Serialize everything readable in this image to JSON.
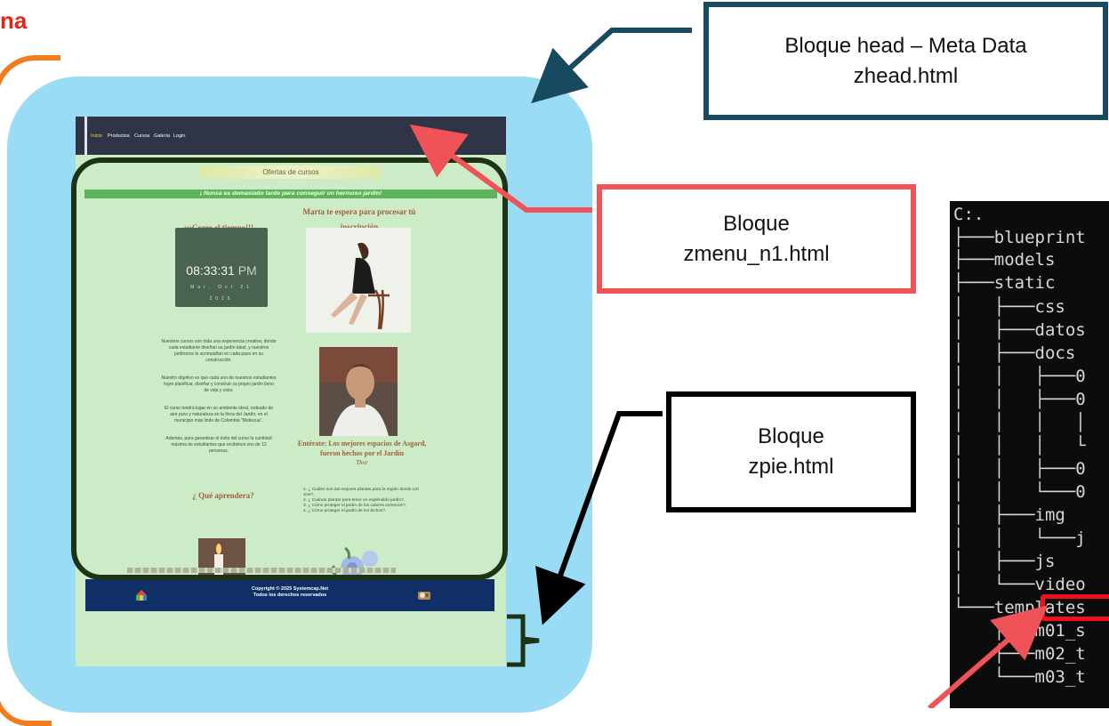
{
  "corner_title": "na",
  "webpage": {
    "nav_links": [
      "Inicio",
      "Productos",
      "Cursos",
      "Galería",
      "Login"
    ],
    "banner": "Ofertas de cursos",
    "tagline": "¡ Nunca es demasiado tarde para conseguir un hermoso jardín!",
    "heading_time": "¡¡¡Corre el tiempo!!!",
    "heading_marta": "Marta te espera para procesar tú inscripción",
    "clock": {
      "time": "08:33:31",
      "ampm": "PM",
      "date": "Mar, Oct 21",
      "year": "2025"
    },
    "intro_paragraphs": [
      "Nuestros cursos son toda una experiencia creativa, donde cada estudiante diseñan su jardín ideal, y nuestros jardineros lo acompañan en cada paso en su construcción.",
      "Nuestro objetivo es que cada uno de nuestros estudiantes logre planificar, diseñar y construir su propio jardín lleno de vida y color.",
      "El curso tendrá lugar en un ambiente ideal, rodeado de aire puro y naturaleza en la finca del Jardín, en el municipio más lindo de Colombia \"Mutiscua\".",
      "Además, para garantizar el éxito del curso la cantidad máxima de estudiantes que recibimos son de 12 personas."
    ],
    "heading_asgard": "Entérate: Los mejores espacios de Asgard, fueron hechos por el Jardín",
    "thor_caption": "Thor",
    "heading_learn": "¿ Qué aprendera?",
    "learn_list": [
      "1. ¿ Cuáles son las mejores plantas para la región donde UD vive?.",
      "2. ¿ Cuándo plantar para tener un espléndido jardín?.",
      "3. ¿ Cómo proteger el jardín de los calores extremos?.",
      "4. ¿ Cómo proteger el jardín de los bichos?."
    ],
    "footer_line1": "Copyright © 2025 Systemcap.Net",
    "footer_line2": "Todos los derechos reservados"
  },
  "labels": {
    "head_line1": "Bloque head – Meta Data",
    "head_line2": "zhead.html",
    "menu_line1": "Bloque",
    "menu_line2": "zmenu_n1.html",
    "pie_line1": "Bloque",
    "pie_line2": "zpie.html"
  },
  "terminal": {
    "lines": [
      "C:.",
      "├───blueprint",
      "├───models",
      "├───static",
      "│   ├───css",
      "│   ├───datos",
      "│   ├───docs",
      "│   │   ├───0",
      "│   │   ├───0",
      "│   │   │   │",
      "│   │   │   └",
      "│   │   ├───0",
      "│   │   └───0",
      "│   ├───img",
      "│   │   └───j",
      "│   ├───js",
      "│   └───video",
      "└───templates",
      "    ├───m01_s",
      "    ├───m02_t",
      "    └───m03_t"
    ]
  },
  "colors": {
    "panel": "#9adcf5",
    "head_border": "#174a5e",
    "menu_border": "#f05357",
    "pie_border": "#000000",
    "frame_green": "#1d3314",
    "orange_bracket": "#f27c1c",
    "title_red": "#e8241a"
  }
}
